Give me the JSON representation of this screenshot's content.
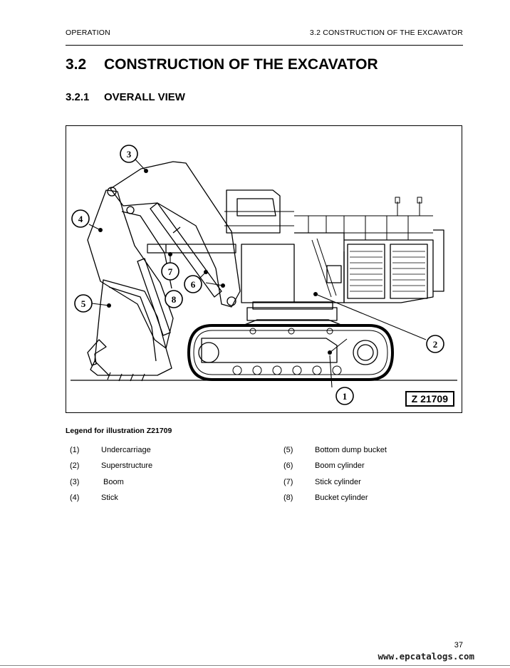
{
  "header": {
    "left": "OPERATION",
    "right": "3.2 CONSTRUCTION OF THE EXCAVATOR"
  },
  "section": {
    "number": "3.2",
    "title": "CONSTRUCTION OF THE EXCAVATOR"
  },
  "subsection": {
    "number": "3.2.1",
    "title": "OVERALL VIEW"
  },
  "figure": {
    "code": "Z 21709",
    "callouts": [
      "1",
      "2",
      "3",
      "4",
      "5",
      "6",
      "7",
      "8"
    ]
  },
  "legend": {
    "title": "Legend for illustration Z21709",
    "left": [
      {
        "num": "(1)",
        "label": "Undercarriage"
      },
      {
        "num": "(2)",
        "label": "Superstructure"
      },
      {
        "num": "(3)",
        "label": " Boom"
      },
      {
        "num": "(4)",
        "label": "Stick"
      }
    ],
    "right": [
      {
        "num": "(5)",
        "label": "Bottom dump bucket"
      },
      {
        "num": "(6)",
        "label": "Boom cylinder"
      },
      {
        "num": "(7)",
        "label": "Stick cylinder"
      },
      {
        "num": "(8)",
        "label": "Bucket cylinder"
      }
    ]
  },
  "footer": {
    "page_number": "37",
    "watermark": "www.epcatalogs.com"
  }
}
